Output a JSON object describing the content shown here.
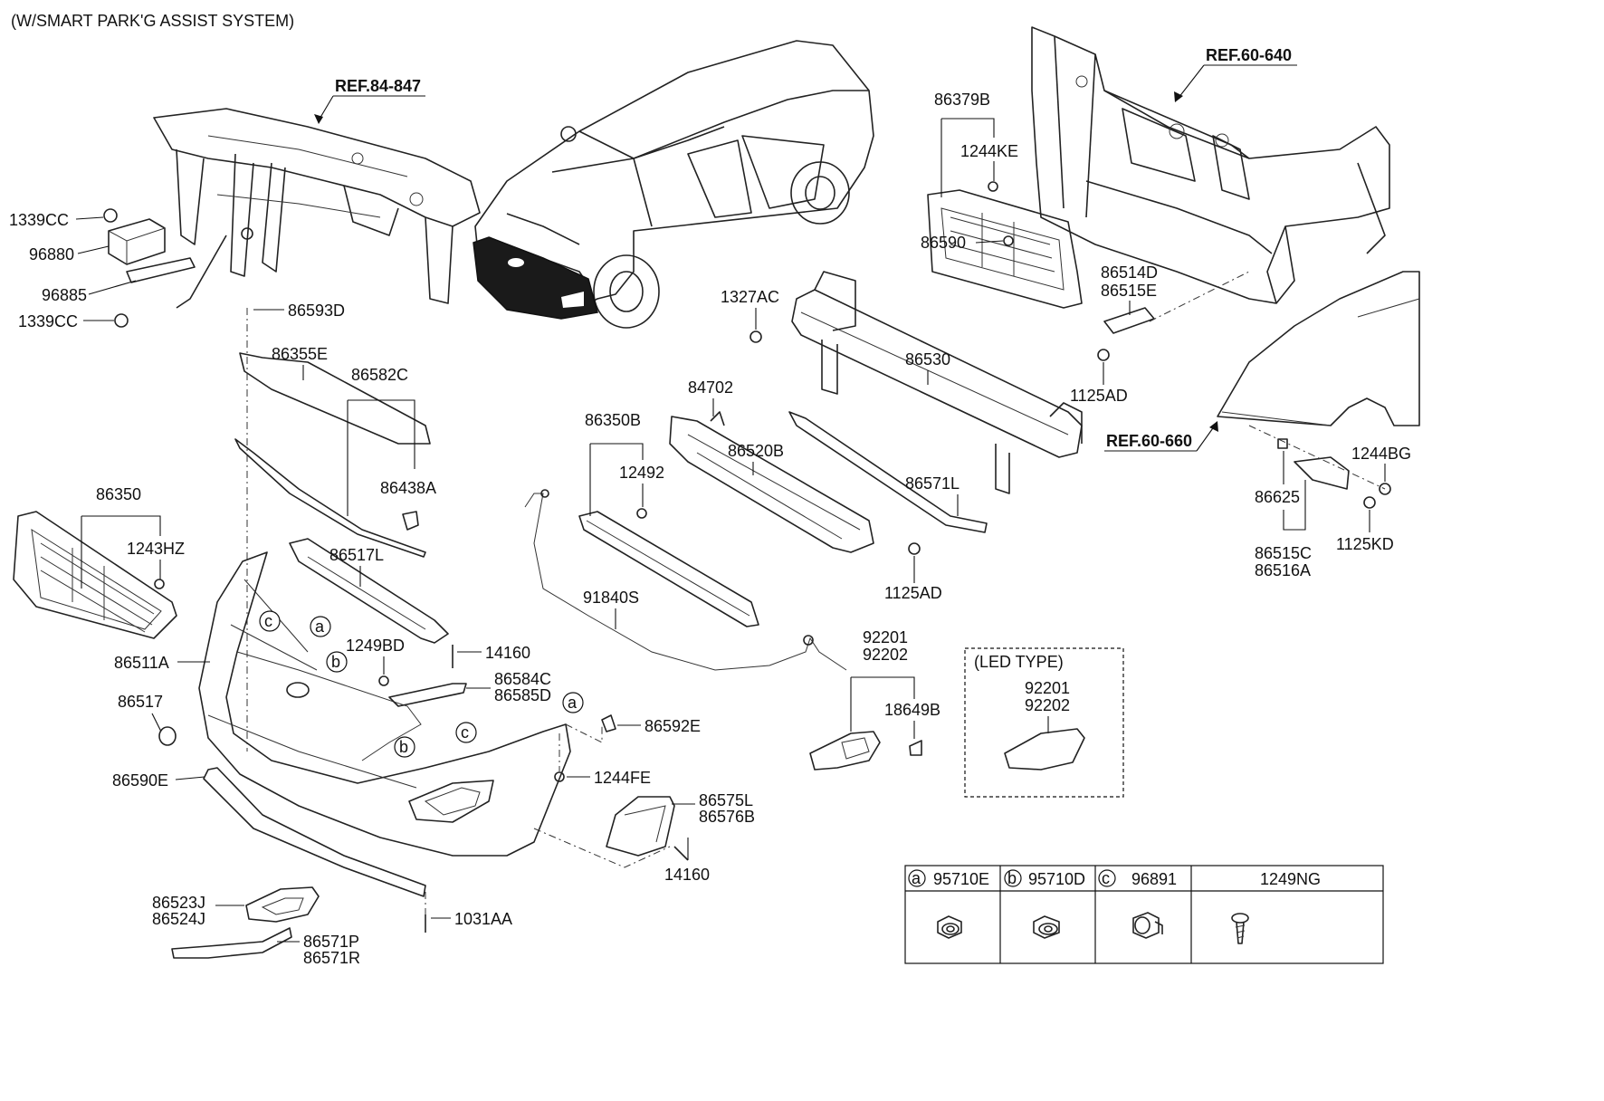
{
  "diagram": {
    "header_note": "(W/SMART PARK'G ASSIST SYSTEM)",
    "references": {
      "ref_84_847": "REF.84-847",
      "ref_60_640": "REF.60-640",
      "ref_60_660": "REF.60-660"
    },
    "parts": {
      "p1339cc_a": "1339CC",
      "p96880": "96880",
      "p96885": "96885",
      "p1339cc_b": "1339CC",
      "p86593d": "86593D",
      "p86355e": "86355E",
      "p86582c": "86582C",
      "p86438a": "86438A",
      "p86350": "86350",
      "p1243hz": "1243HZ",
      "p86517l": "86517L",
      "p86511a": "86511A",
      "p86517": "86517",
      "p1249bd": "1249BD",
      "p14160_a": "14160",
      "p86584c": "86584C",
      "p86585d": "86585D",
      "p86592e": "86592E",
      "p1244fe": "1244FE",
      "p86590e": "86590E",
      "p86575l": "86575L",
      "p86576b": "86576B",
      "p14160_b": "14160",
      "p86523j": "86523J",
      "p86524j": "86524J",
      "p1031aa": "1031AA",
      "p86571p": "86571P",
      "p86571r": "86571R",
      "p86350b": "86350B",
      "p12492": "12492",
      "p84702": "84702",
      "p86520b": "86520B",
      "p91840s": "91840S",
      "p1327ac": "1327AC",
      "p86530": "86530",
      "p86571l": "86571L",
      "p1125ad_a": "1125AD",
      "p92201_a": "92201",
      "p92202_a": "92202",
      "p18649b": "18649B",
      "p86379b": "86379B",
      "p1244ke": "1244KE",
      "p86590": "86590",
      "p86514d": "86514D",
      "p86515e": "86515E",
      "p1125ad_b": "1125AD",
      "p1244bg": "1244BG",
      "p86625": "86625",
      "p1125kd": "1125KD",
      "p86515c": "86515C",
      "p86516a": "86516A"
    },
    "callouts": {
      "a": "a",
      "b": "b",
      "c": "c"
    },
    "led_box": {
      "title": "(LED TYPE)",
      "p1": "92201",
      "p2": "92202"
    },
    "legend": [
      {
        "letter": "a",
        "part": "95710E"
      },
      {
        "letter": "b",
        "part": "95710D"
      },
      {
        "letter": "c",
        "part": "96891"
      },
      {
        "letter": "",
        "part": "1249NG"
      }
    ]
  }
}
